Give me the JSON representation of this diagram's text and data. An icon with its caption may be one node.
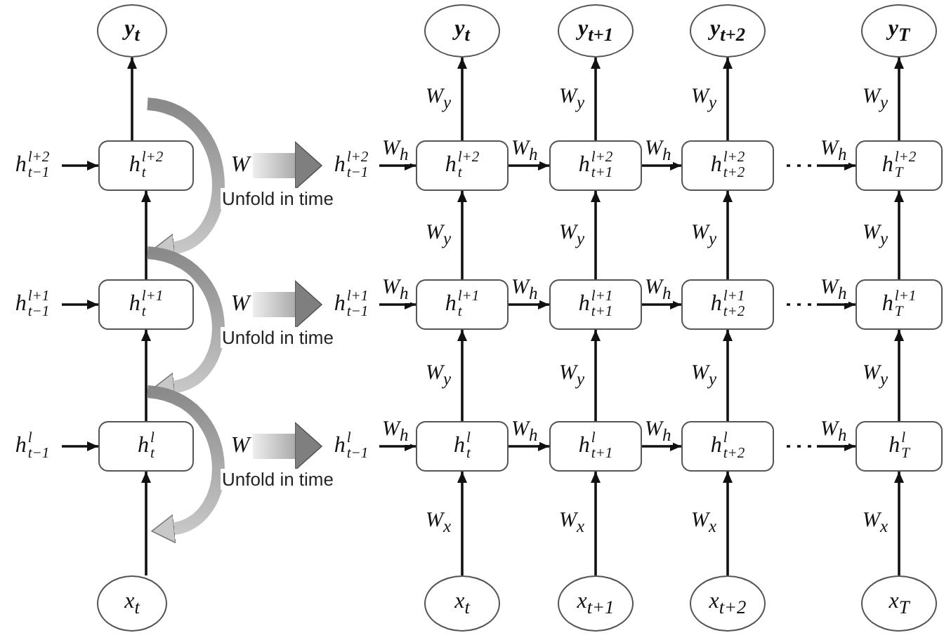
{
  "diagram": {
    "nodes": [
      {
        "text": [
          "y$_{t}$"
        ]
      },
      {
        "text": [
          "y$_{t}$"
        ]
      },
      {
        "text": [
          "y$_{t+1}$"
        ]
      },
      {
        "text": [
          "y$_{t+2}$"
        ]
      },
      {
        "text": [
          "y$_{T}$"
        ]
      },
      {
        "text": [
          "h$^{l+2}$$_{t−1}$"
        ]
      },
      {
        "text": [
          "h$^{l+2}$$_{t}$"
        ]
      },
      {
        "text": [
          "W"
        ]
      },
      {
        "text": [
          "h$^{l+2}$$_{t−1}$"
        ]
      },
      {
        "text": [
          "h$^{l+2}$$_{t}$"
        ]
      },
      {
        "text": [
          "h$^{l+2}$$_{t+1}$"
        ]
      },
      {
        "text": [
          "h$^{l+2}$$_{t+2}$"
        ]
      },
      {
        "text": [
          "h$^{l+2}$$_{T}$"
        ]
      },
      {
        "text": [
          "h$^{l+1}$$_{t−1}$"
        ]
      },
      {
        "text": [
          "h$^{l+1}$$_{t}$"
        ]
      },
      {
        "text": [
          "W"
        ]
      },
      {
        "text": [
          "h$^{l+1}$$_{t−1}$"
        ]
      },
      {
        "text": [
          "h$^{l+1}$$_{t}$"
        ]
      },
      {
        "text": [
          "h$^{l+1}$$_{t+1}$"
        ]
      },
      {
        "text": [
          "h$^{l+1}$$_{t+2}$"
        ]
      },
      {
        "text": [
          "h$^{l+1}$$_{T}$"
        ]
      },
      {
        "text": [
          "h$^{l}$$_{t−1}$"
        ]
      },
      {
        "text": [
          "h$^{l}$$_{t}$"
        ]
      },
      {
        "text": [
          "W"
        ]
      },
      {
        "text": [
          "h$^{l}$$_{t−1}$"
        ]
      },
      {
        "text": [
          "h$^{l}$$_{t}$"
        ]
      },
      {
        "text": [
          "h$^{l}$$_{t+1}$"
        ]
      },
      {
        "text": [
          "h$^{l}$$_{t+2}$"
        ]
      },
      {
        "text": [
          "h$^{l}$$_{T}$"
        ]
      },
      {
        "text": [
          "x$_{t}$"
        ]
      },
      {
        "text": [
          "x$_{t}$"
        ]
      },
      {
        "text": [
          "x$_{t+1}$"
        ]
      },
      {
        "text": [
          "x$_{t+2}$"
        ]
      },
      {
        "text": [
          "x$_{T}$"
        ]
      }
    ],
    "edges": [
      {
        "from": 5,
        "to": 6,
        "arrow": "to"
      },
      {
        "from": 7,
        "to": 8,
        "arrow": "to",
        "label": "Unfold in time",
        "style": "thick",
        "color": "#7f7f7f"
      },
      {
        "from": 8,
        "to": 9,
        "arrow": "to",
        "label": "W$_{h}$"
      },
      {
        "from": 9,
        "to": 10,
        "arrow": "to",
        "label": "W$_{h}$"
      },
      {
        "from": 10,
        "to": 11,
        "arrow": "to",
        "label": "W$_{h}$"
      },
      {
        "from": 11,
        "to": 12,
        "arrow": "to",
        "label": "W$_{h}$",
        "style": "dashed"
      },
      {
        "from": 13,
        "to": 14,
        "arrow": "to"
      },
      {
        "from": 15,
        "to": 16,
        "arrow": "to",
        "label": "Unfold in time",
        "style": "thick",
        "color": "#7f7f7f"
      },
      {
        "from": 16,
        "to": 17,
        "arrow": "to",
        "label": "W$_{h}$"
      },
      {
        "from": 17,
        "to": 18,
        "arrow": "to",
        "label": "W$_{h}$"
      },
      {
        "from": 18,
        "to": 19,
        "arrow": "to",
        "label": "W$_{h}$"
      },
      {
        "from": 19,
        "to": 20,
        "arrow": "to",
        "label": "W$_{h}$",
        "style": "dashed"
      },
      {
        "from": 21,
        "to": 22,
        "arrow": "to"
      },
      {
        "from": 23,
        "to": 24,
        "arrow": "to",
        "label": "Unfold in time",
        "style": "thick",
        "color": "#7f7f7f"
      },
      {
        "from": 24,
        "to": 25,
        "arrow": "to",
        "label": "W$_{h}$"
      },
      {
        "from": 25,
        "to": 26,
        "arrow": "to",
        "label": "W$_{h}$"
      },
      {
        "from": 26,
        "to": 27,
        "arrow": "to",
        "label": "W$_{h}$"
      },
      {
        "from": 27,
        "to": 28,
        "arrow": "to",
        "label": "W$_{h}$",
        "style": "dashed"
      },
      {
        "from": 6,
        "to": 0,
        "arrow": "to"
      },
      {
        "from": 14,
        "to": 6,
        "arrow": "to"
      },
      {
        "from": 22,
        "to": 14,
        "arrow": "to"
      },
      {
        "from": 29,
        "to": 22,
        "arrow": "to"
      },
      {
        "from": 9,
        "to": 1,
        "arrow": "to",
        "label": "W$_{y}$"
      },
      {
        "from": 17,
        "to": 9,
        "arrow": "to",
        "label": "W$_{y}$"
      },
      {
        "from": 25,
        "to": 17,
        "arrow": "to",
        "label": "W$_{y}$"
      },
      {
        "from": 30,
        "to": 25,
        "arrow": "to",
        "label": "W$_{x}$"
      },
      {
        "from": 10,
        "to": 2,
        "arrow": "to",
        "label": "W$_{y}$"
      },
      {
        "from": 18,
        "to": 10,
        "arrow": "to",
        "label": "W$_{y}$"
      },
      {
        "from": 26,
        "to": 18,
        "arrow": "to",
        "label": "W$_{y}$"
      },
      {
        "from": 31,
        "to": 26,
        "arrow": "to",
        "label": "W$_{x}$"
      },
      {
        "from": 11,
        "to": 3,
        "arrow": "to",
        "label": "W$_{y}$"
      },
      {
        "from": 19,
        "to": 11,
        "arrow": "to",
        "label": "W$_{y}$"
      },
      {
        "from": 27,
        "to": 19,
        "arrow": "to",
        "label": "W$_{y}$"
      },
      {
        "from": 32,
        "to": 27,
        "arrow": "to",
        "label": "W$_{x}$"
      },
      {
        "from": 12,
        "to": 4,
        "arrow": "to",
        "label": "W$_{y}$"
      },
      {
        "from": 20,
        "to": 12,
        "arrow": "to",
        "label": "W$_{y}$"
      },
      {
        "from": 28,
        "to": 20,
        "arrow": "to",
        "label": "W$_{y}$"
      },
      {
        "from": 33,
        "to": 28,
        "arrow": "to",
        "label": "W$_{x}$"
      }
    ]
  }
}
